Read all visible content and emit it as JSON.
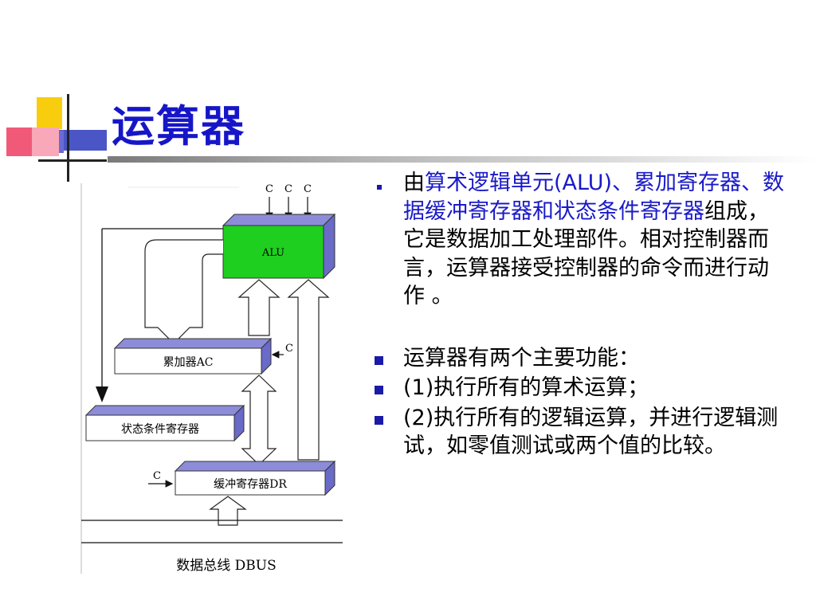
{
  "slide": {
    "title": "运算器"
  },
  "diagram": {
    "control_labels_top": [
      "C",
      "C",
      "C"
    ],
    "alu_label": "ALU",
    "accumulator_label": "累加器AC",
    "accumulator_control": "C",
    "status_register_label": "状态条件寄存器",
    "buffer_register_label": "缓冲寄存器DR",
    "buffer_control": "C",
    "bus_label": "数据总线 DBUS",
    "colors": {
      "alu_fill": "#1fcf1f",
      "box_shadow": "#8c8cd8"
    }
  },
  "bullets": [
    {
      "parts": [
        {
          "text": "由",
          "highlight": false
        },
        {
          "text": "算术逻辑单元(ALU)、累加寄存器、数据缓冲寄存器和状态条件寄存器",
          "highlight": true
        },
        {
          "text": "组成，它是数据加工处理部件。相对控制器而言，运算器接受控制器的命令而进行动作 。",
          "highlight": false
        }
      ]
    },
    {
      "text": "运算器有两个主要功能："
    },
    {
      "text": "(1)执行所有的算术运算；"
    },
    {
      "text": "(2)执行所有的逻辑运算，并进行逻辑测试，如零值测试或两个值的比较。"
    }
  ],
  "colors": {
    "title": "#1616c8",
    "highlight": "#1a1ac8",
    "bullet": "#1a1aa8"
  }
}
